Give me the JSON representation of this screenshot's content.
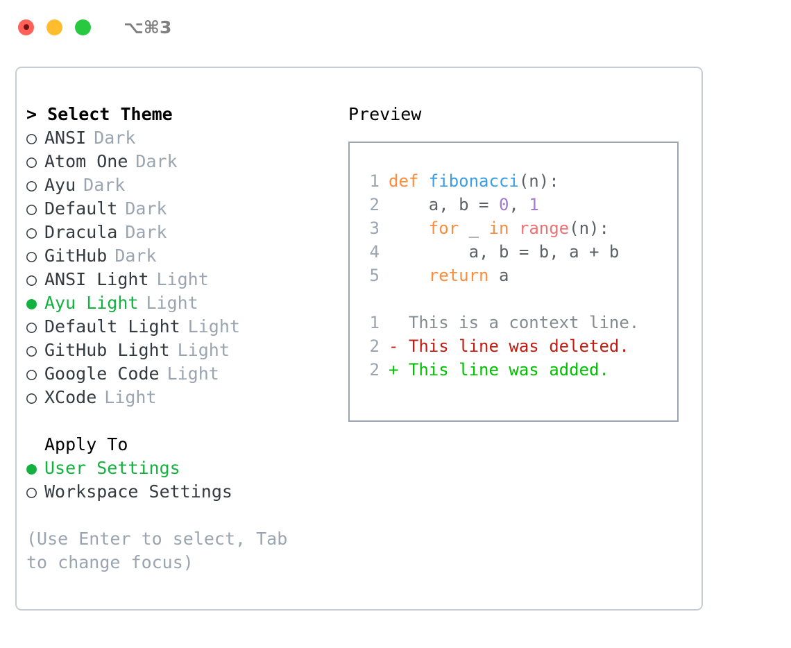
{
  "titlebar": {
    "shortcut": "⌥⌘3",
    "lights": [
      {
        "name": "close",
        "color": "#ff6159"
      },
      {
        "name": "minimize",
        "color": "#ffbd2e"
      },
      {
        "name": "maximize",
        "color": "#28c840"
      }
    ]
  },
  "theme_picker": {
    "heading": "> Select Theme",
    "heading_focused": true,
    "options": [
      {
        "bullet": "○",
        "label": "ANSI",
        "variant": "Dark",
        "selected": false
      },
      {
        "bullet": "○",
        "label": "Atom One",
        "variant": "Dark",
        "selected": false
      },
      {
        "bullet": "○",
        "label": "Ayu",
        "variant": "Dark",
        "selected": false
      },
      {
        "bullet": "○",
        "label": "Default",
        "variant": "Dark",
        "selected": false
      },
      {
        "bullet": "○",
        "label": "Dracula",
        "variant": "Dark",
        "selected": false
      },
      {
        "bullet": "○",
        "label": "GitHub",
        "variant": "Dark",
        "selected": false
      },
      {
        "bullet": "○",
        "label": "ANSI Light",
        "variant": "Light",
        "selected": false
      },
      {
        "bullet": "●",
        "label": "Ayu Light",
        "variant": "Light",
        "selected": true
      },
      {
        "bullet": "○",
        "label": "Default Light",
        "variant": "Light",
        "selected": false
      },
      {
        "bullet": "○",
        "label": "GitHub Light",
        "variant": "Light",
        "selected": false
      },
      {
        "bullet": "○",
        "label": "Google Code",
        "variant": "Light",
        "selected": false
      },
      {
        "bullet": "○",
        "label": "XCode",
        "variant": "Light",
        "selected": false
      }
    ]
  },
  "apply_to": {
    "heading": "Apply To",
    "options": [
      {
        "bullet": "●",
        "label": "User Settings",
        "selected": true
      },
      {
        "bullet": "○",
        "label": "Workspace Settings",
        "selected": false
      }
    ]
  },
  "hint": "(Use Enter to select, Tab to change focus)",
  "preview": {
    "title": "Preview",
    "code_lines": [
      {
        "lineno": "1",
        "tokens": [
          {
            "text": "def ",
            "type": "kw"
          },
          {
            "text": "fibonacci",
            "type": "fn"
          },
          {
            "text": "(n):",
            "type": "pun"
          }
        ]
      },
      {
        "lineno": "2",
        "tokens": [
          {
            "text": "    a, b = ",
            "type": "text"
          },
          {
            "text": "0",
            "type": "num"
          },
          {
            "text": ", ",
            "type": "text"
          },
          {
            "text": "1",
            "type": "num"
          }
        ]
      },
      {
        "lineno": "3",
        "tokens": [
          {
            "text": "    ",
            "type": "text"
          },
          {
            "text": "for",
            "type": "kw"
          },
          {
            "text": " _ ",
            "type": "text"
          },
          {
            "text": "in",
            "type": "kw"
          },
          {
            "text": " ",
            "type": "text"
          },
          {
            "text": "range",
            "type": "bin"
          },
          {
            "text": "(n):",
            "type": "pun"
          }
        ]
      },
      {
        "lineno": "4",
        "tokens": [
          {
            "text": "        a, b = b, a + b",
            "type": "text"
          }
        ]
      },
      {
        "lineno": "5",
        "tokens": [
          {
            "text": "    ",
            "type": "text"
          },
          {
            "text": "return",
            "type": "kw"
          },
          {
            "text": " a",
            "type": "text"
          }
        ]
      }
    ],
    "diff_lines": [
      {
        "lineno": "1",
        "marker": "  ",
        "text": "This is a context line.",
        "kind": "ctx"
      },
      {
        "lineno": "2",
        "marker": "- ",
        "text": "This line was deleted.",
        "kind": "del"
      },
      {
        "lineno": "2",
        "marker": "+ ",
        "text": "This line was added.",
        "kind": "add"
      }
    ]
  },
  "colors": {
    "accent_green": "#13b13f",
    "muted": "#9aa5b1",
    "keyword": "#fa8d3e",
    "function": "#399ee6",
    "number": "#a37acc",
    "builtin": "#f07171",
    "text": "#5c6166",
    "diff_add": "#00c000",
    "diff_del": "#c01c10",
    "panel_border": "#c8cdd4",
    "preview_border": "#9aa5b1"
  }
}
